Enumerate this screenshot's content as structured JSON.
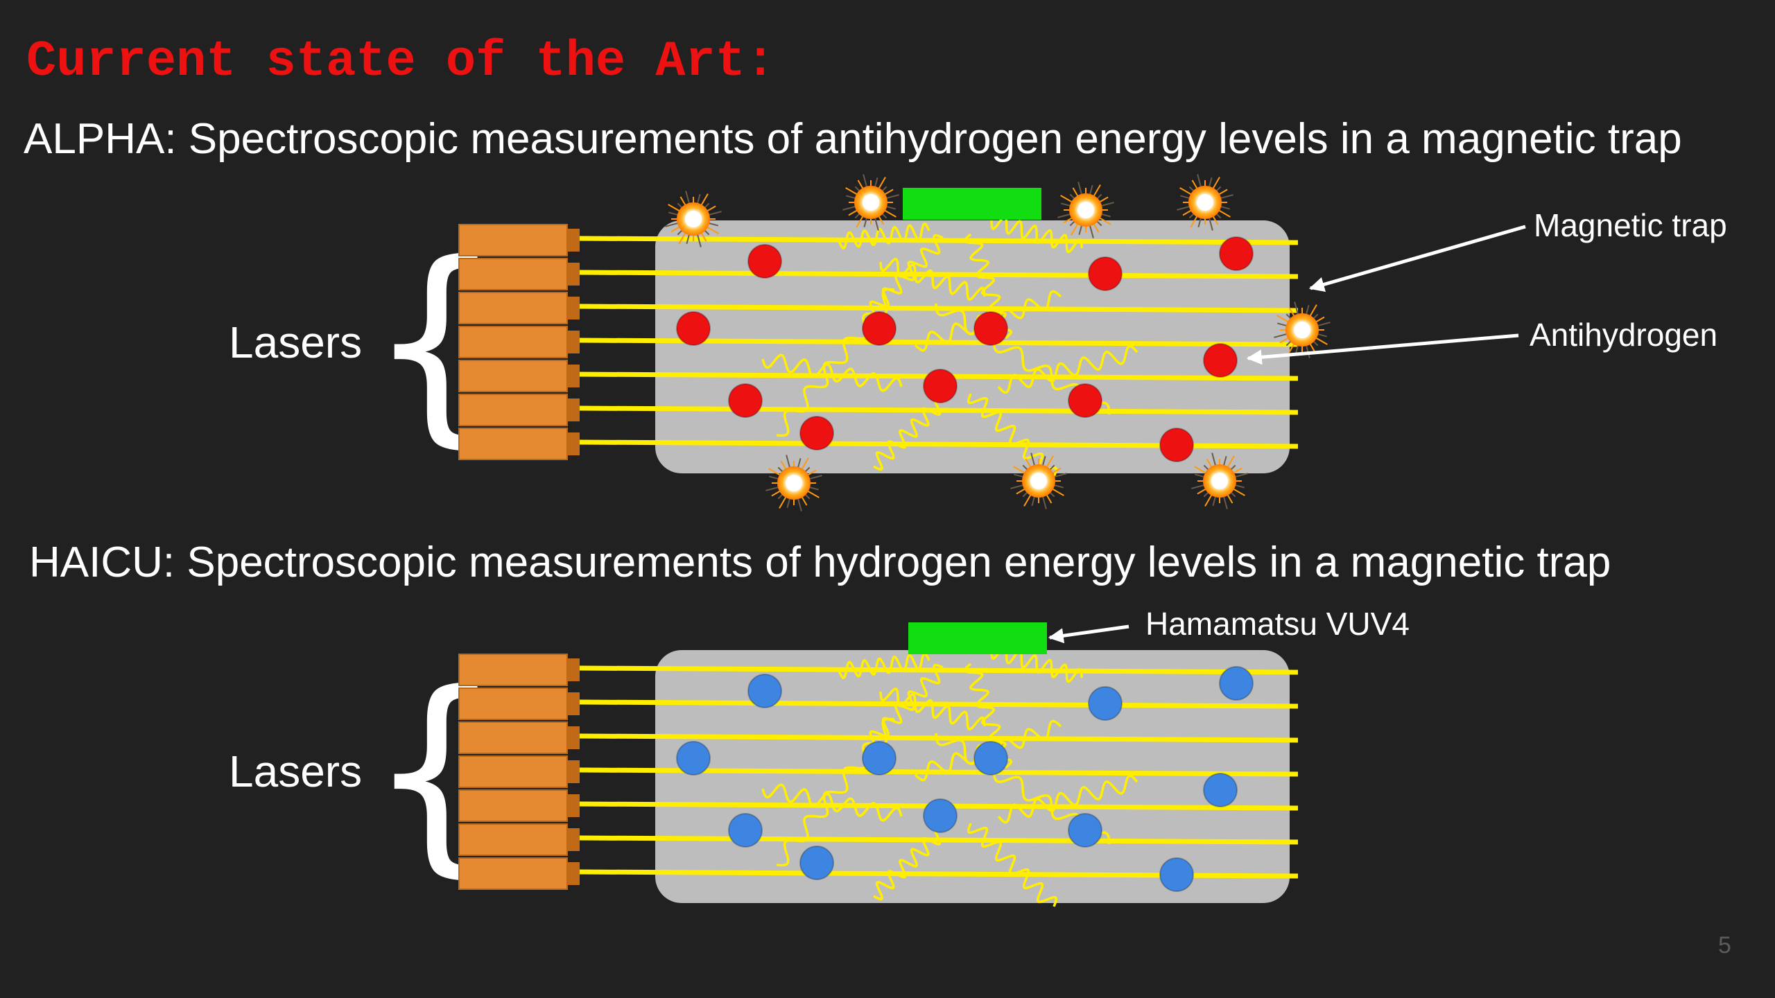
{
  "slide": {
    "title": "Current state of the Art:",
    "page_number": "5"
  },
  "colors": {
    "background": "#212121",
    "title": "#ee1111",
    "trap": "#bdbdbd",
    "laser_beam": "#ffee00",
    "laser_block": "#e58a30",
    "detector": "#11dd11",
    "antihydrogen": "#ee1111",
    "hydrogen": "#3d85e0",
    "annihilation": "#ff9a10"
  },
  "alpha": {
    "heading": "ALPHA: Spectroscopic measurements of antihydrogen energy levels in a magnetic trap",
    "lasers_label": "Lasers",
    "magnetic_trap_label": "Magnetic trap",
    "antihydrogen_label": "Antihydrogen"
  },
  "haicu": {
    "heading": "HAICU: Spectroscopic measurements of hydrogen energy levels in a magnetic trap",
    "lasers_label": "Lasers",
    "detector_label": "Hamamatsu VUV4"
  }
}
